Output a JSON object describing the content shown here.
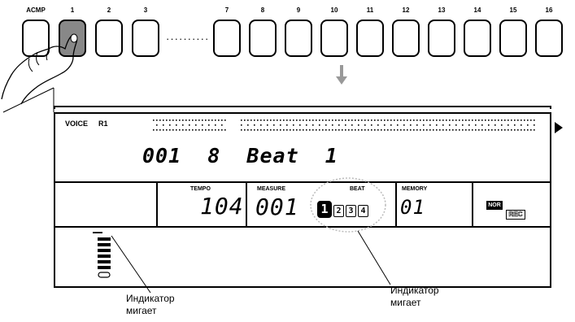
{
  "track_buttons": [
    {
      "label": "ACMP",
      "active": false
    },
    {
      "label": "1",
      "active": true
    },
    {
      "label": "2",
      "active": false
    },
    {
      "label": "3",
      "active": false
    },
    {
      "label": "7",
      "active": false
    },
    {
      "label": "8",
      "active": false
    },
    {
      "label": "9",
      "active": false
    },
    {
      "label": "10",
      "active": false
    },
    {
      "label": "11",
      "active": false
    },
    {
      "label": "12",
      "active": false
    },
    {
      "label": "13",
      "active": false
    },
    {
      "label": "14",
      "active": false
    },
    {
      "label": "15",
      "active": false
    },
    {
      "label": "16",
      "active": false
    }
  ],
  "ellipsis": "··········",
  "display": {
    "voice_label": "VOICE",
    "voice_part": "R1",
    "main_text": "001  8  Beat  1",
    "tempo_label": "TEMPO",
    "tempo_value": "104",
    "measure_label": "MEASURE",
    "measure_value": "001",
    "beat_label": "BEAT",
    "beats": [
      "1",
      "2",
      "3",
      "4"
    ],
    "memory_label": "MEMORY",
    "memory_value": "01",
    "mode_label": "NOR",
    "rec_label": "REC"
  },
  "captions": {
    "left": [
      "Индикатор",
      "мигает"
    ],
    "right": [
      "Индикатор",
      "мигает"
    ]
  },
  "colors": {
    "active_button": "#888888",
    "arrow": "#999999",
    "highlight_circle": "#bbbbbb"
  }
}
